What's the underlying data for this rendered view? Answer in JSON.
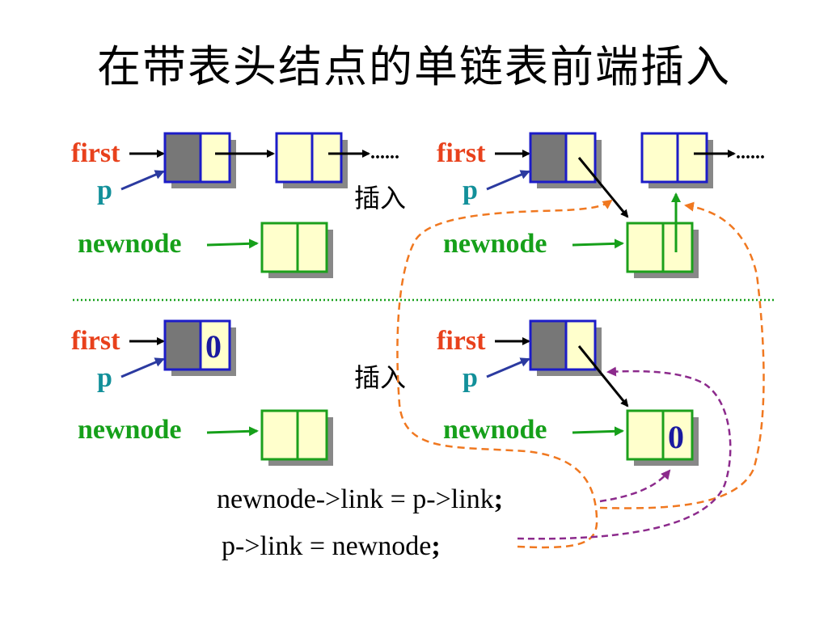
{
  "title": "在带表头结点的单链表前端插入",
  "labels": {
    "first": "first",
    "p": "p",
    "newnode": "newnode",
    "insert": "插入",
    "dots": "......",
    "null_value": "0"
  },
  "code": {
    "line1": "newnode->link = p->link",
    "line2": "p->link = newnode",
    "terminator": ";"
  },
  "colors": {
    "first_label": "#e8411c",
    "p_label": "#12909a",
    "newnode_label": "#16a01a",
    "list_node_border": "#1c1cc8",
    "new_node_border": "#1ca01c",
    "node_fill": "#ffffcc",
    "header_fill": "#777777",
    "divider": "#16a01a",
    "orange_arrow": "#f07820",
    "purple_arrow": "#8c2a8c"
  }
}
